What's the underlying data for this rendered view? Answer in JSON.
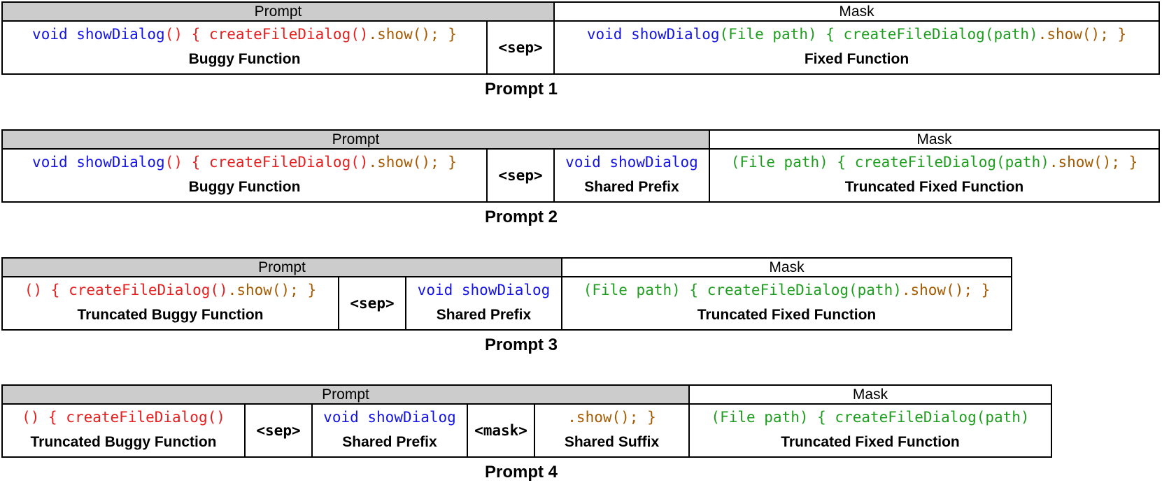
{
  "colors": {
    "header_prompt_bg": "#cccccc",
    "blue": "#1414e6",
    "red": "#e61e1e",
    "brown": "#a65a00",
    "green": "#1e9e1e"
  },
  "labels": {
    "prompt": "Prompt",
    "mask": "Mask"
  },
  "tokens": {
    "sep": "<sep>",
    "mask": "<mask>"
  },
  "code": {
    "buggy_void": "void",
    "buggy_name": " showDialog",
    "buggy_parens": "() { createFileDialog()",
    "buggy_tail": ".show(); }",
    "fixed_void": "void",
    "fixed_name": " showDialog",
    "fixed_sig": "(File path) { createFileDialog(path)",
    "fixed_tail": ".show(); }",
    "trunc_buggy_red": "() { createFileDialog()",
    "trunc_buggy_tail": ".show(); }",
    "prefix_void": "void",
    "prefix_name": " showDialog",
    "trunc_fixed_green": "(File path) { createFileDialog(path)",
    "trunc_fixed_tail": ".show(); }",
    "suffix": ".show(); }"
  },
  "cell_labels": {
    "buggy": "Buggy Function",
    "fixed": "Fixed Function",
    "shared_prefix": "Shared Prefix",
    "truncated_fixed": "Truncated Fixed Function",
    "truncated_buggy": "Truncated Buggy Function",
    "shared_suffix": "Shared Suffix"
  },
  "captions": {
    "p1": "Prompt 1",
    "p2": "Prompt 2",
    "p3": "Prompt 3",
    "p4": "Prompt 4"
  }
}
